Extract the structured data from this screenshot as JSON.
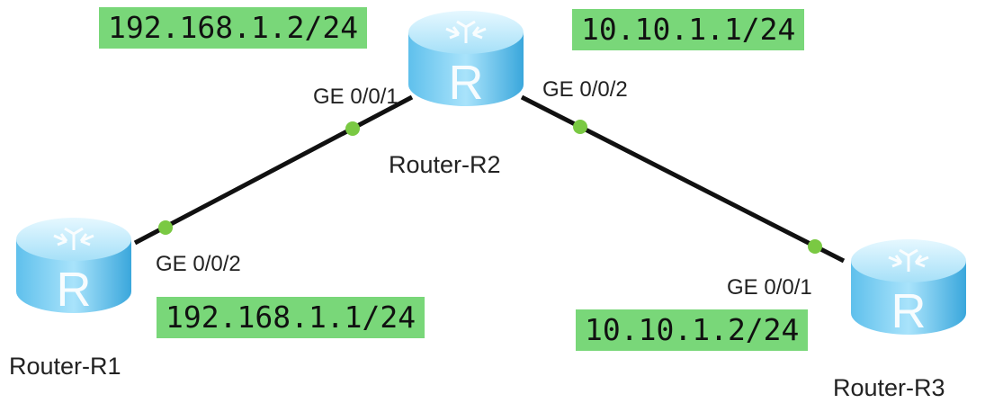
{
  "routers": {
    "r1": {
      "name": "Router-R1",
      "port": "GE 0/0/2",
      "ip": "192.168.1.1/24",
      "glyph": "R"
    },
    "r2": {
      "name": "Router-R2",
      "port_left": "GE 0/0/1",
      "port_right": "GE 0/0/2",
      "ip_left": "192.168.1.2/24",
      "ip_right": "10.10.1.1/24",
      "glyph": "R"
    },
    "r3": {
      "name": "Router-R3",
      "port": "GE 0/0/1",
      "ip": "10.10.1.2/24",
      "glyph": "R"
    }
  },
  "colors": {
    "ip_label_bg": "#79d779",
    "link_line": "#111111",
    "port_dot": "#7ac943",
    "router_light": "#cdefff",
    "router_mid": "#7fd0f2",
    "router_dark": "#3aa7dc"
  },
  "icons": {
    "router": "router-icon"
  }
}
